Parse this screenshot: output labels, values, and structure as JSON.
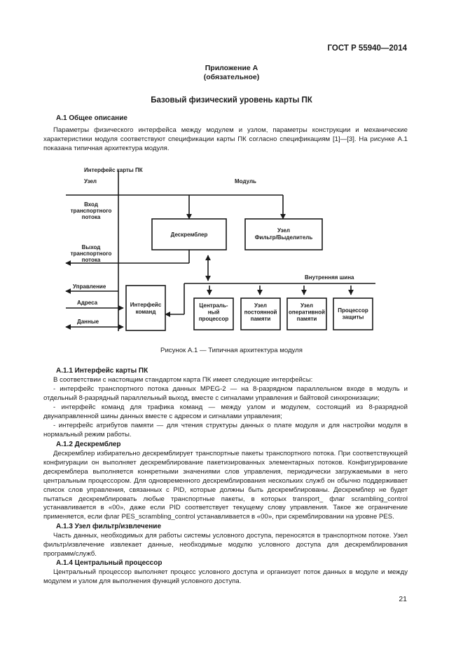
{
  "header": {
    "standard": "ГОСТ Р 55940—2014"
  },
  "annex": {
    "title": "Приложение А",
    "note": "(обязательное)"
  },
  "main_title": "Базовый физический уровень карты ПК",
  "sections": {
    "a1": {
      "heading": "А.1  Общее описание",
      "para": "Параметры физического интерфейса между модулем и узлом, параметры конструкции и механические характеристики модуля соответствуют спецификации карты ПК согласно спецификациям [1]—[3]. На рисунке А.1 показана типичная архитектура модуля."
    },
    "a11": {
      "heading": "А.1.1  Интерфейс карты ПК",
      "intro": "В соответствии с настоящим стандартом карта ПК имеет следующие интерфейсы:",
      "items": [
        "- интерфейс транспортного потока данных MPEG-2 — на 8-разрядном параллельном входе в модуль и отдельный 8-разрядный параллельный выход, вместе с сигналами управления и байтовой синхронизации;",
        "- интерфейс команд для трафика команд — между узлом и модулем, состоящий из 8-разрядной двунаправленной шины данных вместе с адресом и сигналами управления;",
        "- интерфейс атрибутов памяти — для чтения структуры данных о плате модуля и для настройки модуля в нормальный режим работы."
      ]
    },
    "a12": {
      "heading": "А.1.2  Дескремблер",
      "para": "Дескремблер избирательно дескремблирует транспортные пакеты транспортного потока. При соответствующей конфигурации он выполняет дескремблирование пакетизированных элементарных потоков. Конфигурирование дескремблера выполняется конкретными значениями слов управления, периодически загружаемыми в него центральным процессором. Для одновременного дескремблирования нескольких служб он обычно поддерживает список слов управления, связанных с PID, которые должны быть дескремблированы. Дескремблер не будет пытаться дескремблировать любые транспортные пакеты, в которых transport_ флаг scrambling_control устанавливается в «00», даже если PID соответствует текущему слову управления. Такое же ограничение применяется, если флаг PES_scrambling_control устанавливается в «00», при скремблировании на уровне PES."
    },
    "a13": {
      "heading": "А.1.3  Узел фильтр/извлечение",
      "para": "Часть данных, необходимых для работы системы условного доступа, переносятся в транспортном потоке. Узел фильтр/извлечение извлекает данные, необходимые модулю условного доступа для дескремблирования программ/служб."
    },
    "a14": {
      "heading": "А.1.4  Центральный процессор",
      "para": "Центральный процессор выполняет процесс условного доступа и организует поток данных в модуле и между модулем и узлом для выполнения функций условного доступа."
    }
  },
  "figure": {
    "caption": "Рисунок А.1 — Типичная архитектура модуля",
    "labels": {
      "pc_card_interface": "Интерфейс карты ПК",
      "host": "Узел",
      "module": "Модуль",
      "ts_in": [
        "Вход",
        "транспортного",
        "потока"
      ],
      "ts_out": [
        "Выход",
        "транспортного",
        "потока"
      ],
      "control": "Управление",
      "address": "Адреса",
      "data": "Данные",
      "internal_bus": "Внутренняя шина"
    },
    "boxes": {
      "descrambler": [
        "Дескремблер"
      ],
      "filter": [
        "Узел",
        "Фильтр/Выделитель"
      ],
      "command_if": [
        "Интерфейс",
        "команд"
      ],
      "cpu": [
        "Централь-",
        "ный",
        "процессор"
      ],
      "rom": [
        "Узел",
        "постоянной",
        "памяти"
      ],
      "ram": [
        "Узел",
        "оперативной",
        "памяти"
      ],
      "security": [
        "Процессор",
        "защиты"
      ]
    }
  },
  "page_number": "21"
}
